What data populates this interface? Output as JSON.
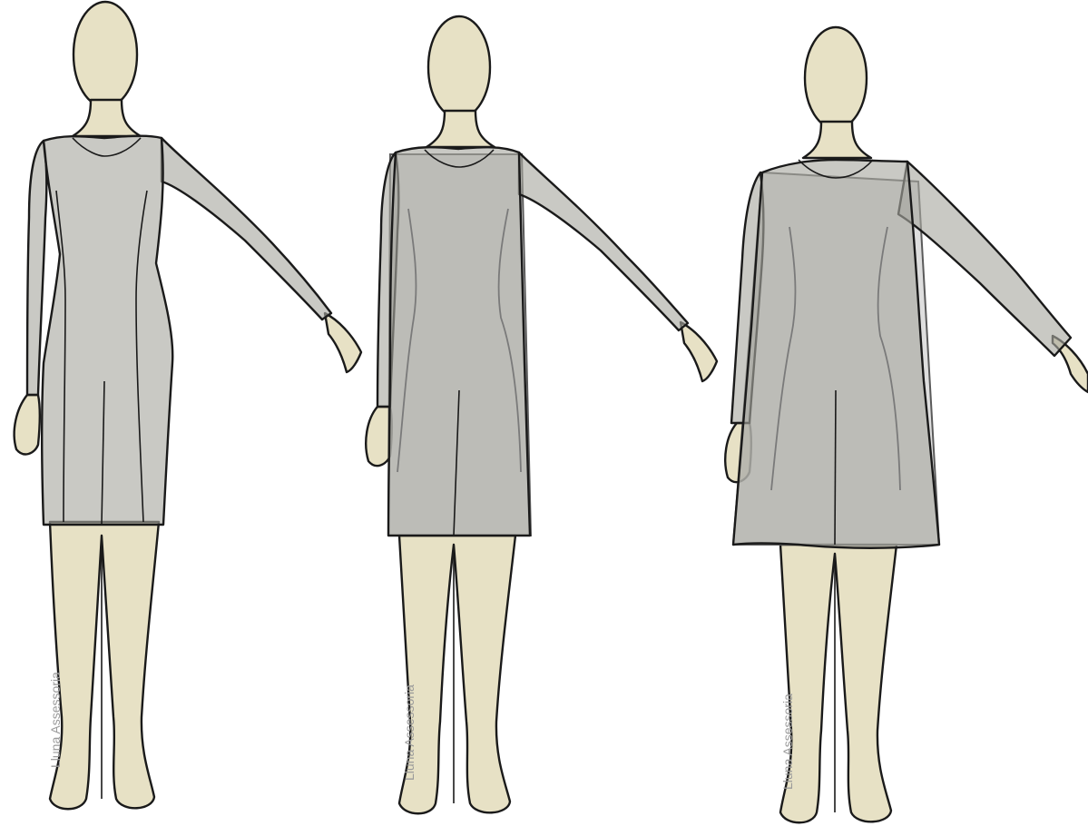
{
  "figures": [
    {
      "label": "fitted-dress",
      "watermark": "Lluna Assessoria"
    },
    {
      "label": "straight-dress",
      "watermark": "Lluna Assessoria"
    },
    {
      "label": "a-line-dress",
      "watermark": "Lluna Assessoria"
    }
  ],
  "colors": {
    "skin": "#e7e1c5",
    "dress": "#a8a8a0",
    "outline": "#1a1a1a",
    "background": "#ffffff"
  }
}
